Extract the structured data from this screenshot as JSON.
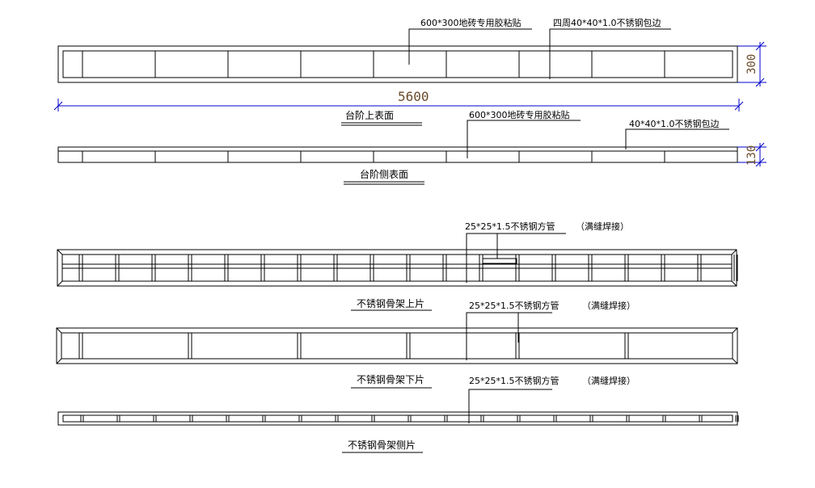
{
  "top_view": {
    "title": "台阶上表面",
    "tile_label": "600*300地砖专用胶粘贴",
    "edge_label": "四周40*40*1.0不锈钢包边",
    "length_dim": "5600",
    "height_dim": "300"
  },
  "side_view": {
    "title": "台阶侧表面",
    "tile_label": "600*300地砖专用胶粘贴",
    "edge_label": "40*40*1.0不锈钢包边",
    "height_dim": "130"
  },
  "frame_top": {
    "title": "不锈钢骨架上片",
    "tube_label": "25*25*1.5不锈钢方管",
    "weld_label": "（满缝焊接）"
  },
  "frame_bottom": {
    "title": "不锈钢骨架下片",
    "tube_label": "25*25*1.5不锈钢方管",
    "weld_label": "（满缝焊接）"
  },
  "frame_side": {
    "title": "不锈钢骨架侧片",
    "tube_label": "25*25*1.5不锈钢方管",
    "weld_label": "（满缝焊接）"
  }
}
